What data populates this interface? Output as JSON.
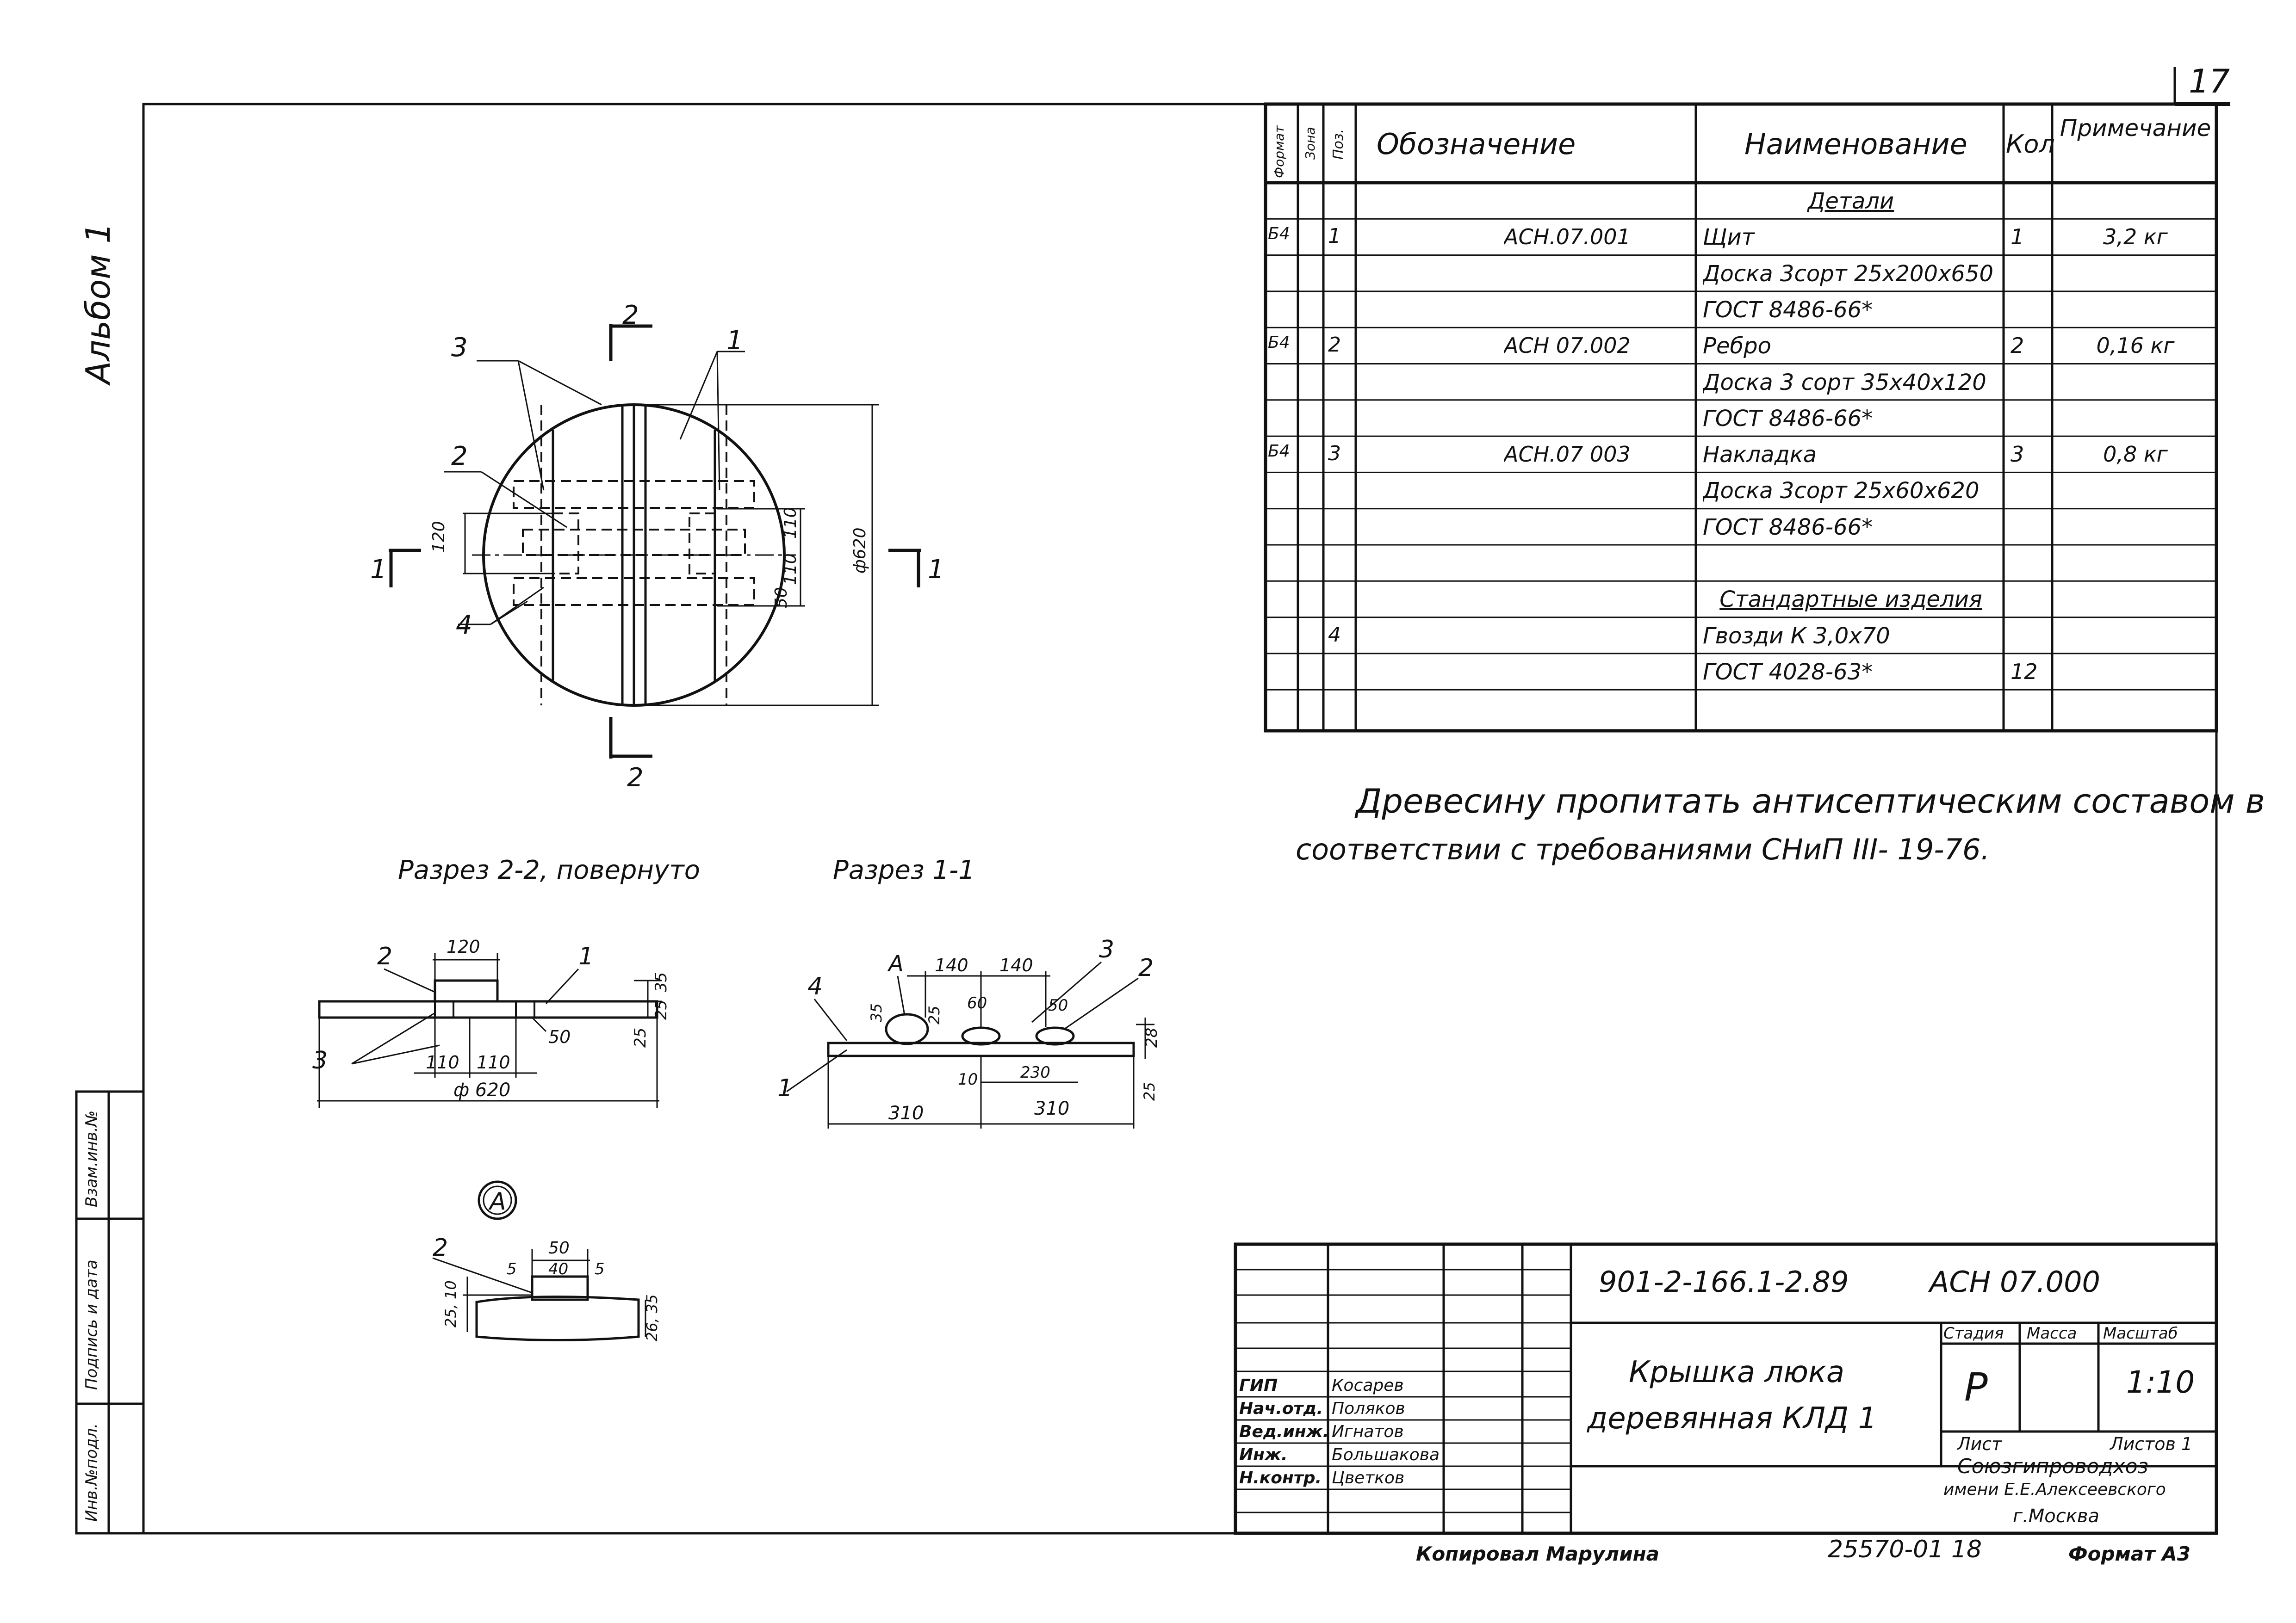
{
  "sheet_number": "17",
  "album_label": "Альбом 1",
  "margin_labels": [
    "Инв.№подл.",
    "Подпись и дата",
    "Взам.инв.№"
  ],
  "spec_table": {
    "headers": {
      "format": "Формат",
      "zone": "Зона",
      "pos": "Поз.",
      "designation": "Обозначение",
      "name": "Наименование",
      "qty": "Кол",
      "note": "Примечание"
    },
    "rows": [
      {
        "format": "",
        "pos": "",
        "designation": "",
        "name": "Детали",
        "qty": "",
        "note": "",
        "header": true
      },
      {
        "format": "Б4",
        "pos": "1",
        "designation": "АСН.07.001",
        "name": "Щит",
        "qty": "1",
        "note": "3,2 кг"
      },
      {
        "format": "",
        "pos": "",
        "designation": "",
        "name": "Доска 3сорт 25х200х650",
        "qty": "",
        "note": ""
      },
      {
        "format": "",
        "pos": "",
        "designation": "",
        "name": "ГОСТ 8486-66*",
        "qty": "",
        "note": ""
      },
      {
        "format": "Б4",
        "pos": "2",
        "designation": "АСН 07.002",
        "name": "Ребро",
        "qty": "2",
        "note": "0,16 кг"
      },
      {
        "format": "",
        "pos": "",
        "designation": "",
        "name": "Доска 3 сорт 35х40х120",
        "qty": "",
        "note": ""
      },
      {
        "format": "",
        "pos": "",
        "designation": "",
        "name": "ГОСТ 8486-66*",
        "qty": "",
        "note": ""
      },
      {
        "format": "Б4",
        "pos": "3",
        "designation": "АСН.07 003",
        "name": "Накладка",
        "qty": "3",
        "note": "0,8 кг"
      },
      {
        "format": "",
        "pos": "",
        "designation": "",
        "name": "Доска 3сорт 25х60х620",
        "qty": "",
        "note": ""
      },
      {
        "format": "",
        "pos": "",
        "designation": "",
        "name": "ГОСТ 8486-66*",
        "qty": "",
        "note": ""
      },
      {
        "format": "",
        "pos": "",
        "designation": "",
        "name": "",
        "qty": "",
        "note": ""
      },
      {
        "format": "",
        "pos": "",
        "designation": "",
        "name": "Стандартные изделия",
        "qty": "",
        "note": "",
        "header": true
      },
      {
        "format": "",
        "pos": "4",
        "designation": "",
        "name": "Гвозди К 3,0х70",
        "qty": "",
        "note": ""
      },
      {
        "format": "",
        "pos": "",
        "designation": "",
        "name": "ГОСТ 4028-63*",
        "qty": "12",
        "note": ""
      },
      {
        "format": "",
        "pos": "",
        "designation": "",
        "name": "",
        "qty": "",
        "note": ""
      }
    ]
  },
  "note_text": {
    "line1": "Древесину пропитать антисептическим составом в",
    "line2": "соответствии с требованиями СНиП III- 19-76."
  },
  "plan_view": {
    "labels": {
      "pos1": "1",
      "pos2": "2",
      "pos3": "3",
      "pos4": "4",
      "cut_2_top": "2",
      "cut_2_bottom": "2",
      "cut_1_left": "1",
      "cut_1_right": "1"
    },
    "dims": {
      "d120": "120",
      "d110a": "110",
      "d110b": "110",
      "d50": "50",
      "diam": "ф620"
    }
  },
  "section_22": {
    "title": "Разрез 2-2, повернуто",
    "labels": {
      "pos2": "2",
      "pos1": "1",
      "pos3": "3"
    },
    "dims": {
      "d120": "120",
      "d35": "35",
      "d25a": "25",
      "d25b": "25",
      "d50": "50",
      "d110a": "110",
      "d110b": "110",
      "diam": "ф 620"
    }
  },
  "section_11": {
    "title": "Разрез 1-1",
    "labels": {
      "pos4": "4",
      "posA": "А",
      "pos3": "3",
      "pos2": "2",
      "pos1": "1"
    },
    "dims": {
      "d140a": "140",
      "d140b": "140",
      "d35": "35",
      "d25": "25",
      "d60": "60",
      "d50": "50",
      "d28": "28",
      "d10": "10",
      "d230": "230",
      "d25b": "25",
      "d310a": "310",
      "d310b": "310"
    }
  },
  "detail_a": {
    "callout": "А",
    "labels": {
      "pos2": "2"
    },
    "dims": {
      "d50": "50",
      "d5a": "5",
      "d40": "40",
      "d5b": "5",
      "d25_10": "25, 10",
      "d26_35": "26, 35"
    }
  },
  "title_block": {
    "doc_code": "901-2-166.1-2.89",
    "doc_designation": "АСН 07.000",
    "name_line1": "Крышка люка",
    "name_line2": "деревянная КЛД 1",
    "stage_header": "Стадия",
    "mass_header": "Масса",
    "scale_header": "Масштаб",
    "stage": "Р",
    "mass": "",
    "scale": "1:10",
    "sheet_label": "Лист",
    "sheets_label": "Листов 1",
    "org_line1": "Союзгипроводхоз",
    "org_line2": "имени Е.Е.Алексеевского",
    "org_line3": "г.Москва",
    "signatures": [
      {
        "role": "ГИП",
        "name": "Косарев"
      },
      {
        "role": "Нач.отд.",
        "name": "Поляков"
      },
      {
        "role": "Вед.инж.",
        "name": "Игнатов"
      },
      {
        "role": "Инж.",
        "name": "Большакова"
      },
      {
        "role": "Н.контр.",
        "name": "Цветков"
      }
    ]
  },
  "footer": {
    "copied_by": "Копировал Марулина",
    "archive_number": "25570-01 18",
    "format": "Формат А3"
  }
}
